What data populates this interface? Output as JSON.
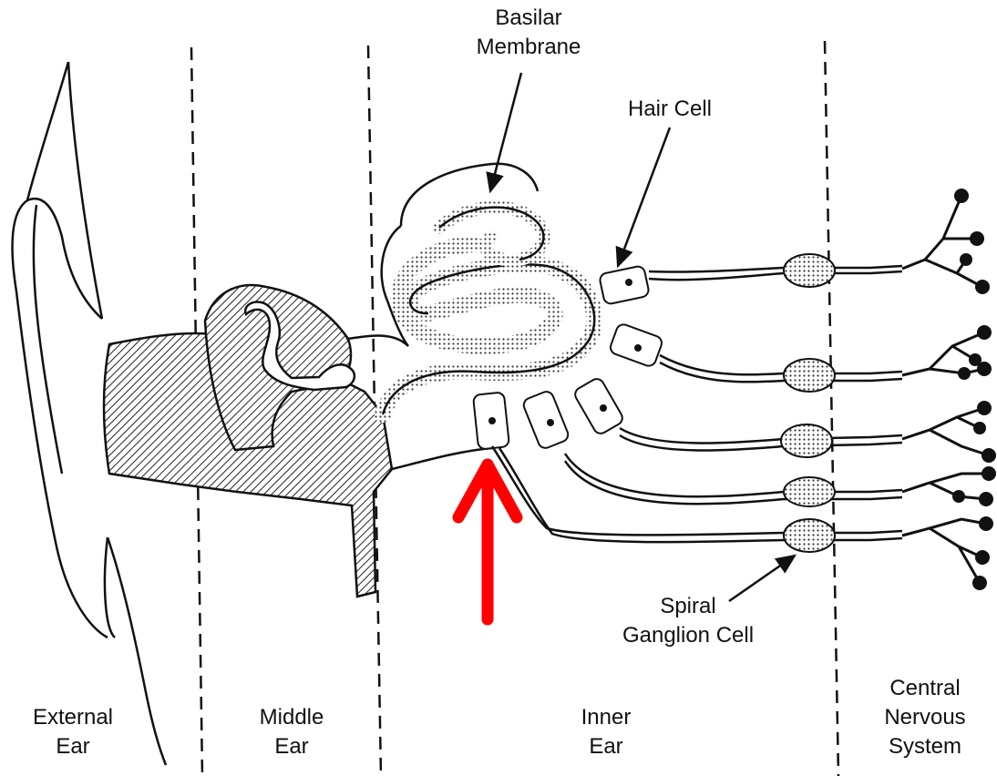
{
  "labels": {
    "basilar_membrane": [
      "Basilar",
      "Membrane"
    ],
    "hair_cell": [
      "Hair Cell"
    ],
    "spiral_ganglion_cell": [
      "Spiral",
      "Ganglion Cell"
    ]
  },
  "regions": {
    "external_ear": [
      "External",
      "Ear"
    ],
    "middle_ear": [
      "Middle",
      "Ear"
    ],
    "inner_ear": [
      "Inner",
      "Ear"
    ],
    "central_nervous_system": [
      "Central",
      "Nervous",
      "System"
    ]
  },
  "colors": {
    "ink": "#111111",
    "highlight_arrow": "#ff0000"
  }
}
